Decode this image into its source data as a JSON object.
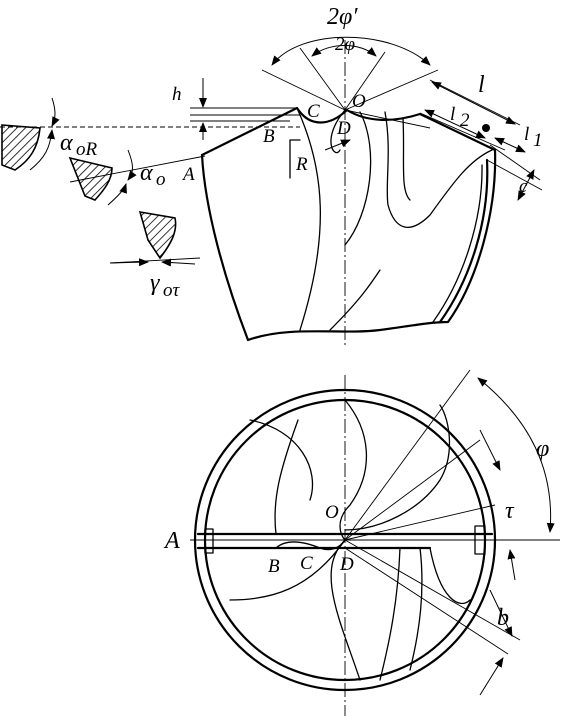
{
  "labels": {
    "two_phi_prime": "2φ′",
    "two_phi": "2φ",
    "h": "h",
    "C_top": "C",
    "O_top": "O",
    "B_top": "B",
    "D_top": "D",
    "A_top": "A",
    "R": "R",
    "l": "l",
    "l2": "l",
    "l2_sub": "2",
    "l1": "l",
    "l1_sub": "1",
    "c": "c",
    "alpha_oR": "α",
    "alpha_oR_sub": "oR",
    "alpha_o": "α",
    "alpha_o_sub": "o",
    "gamma": "γ",
    "gamma_sub": "oτ",
    "phi": "φ",
    "tau": "τ",
    "b": "b",
    "A_bottom": "A",
    "O_bottom": "O",
    "B_bottom": "B",
    "C_bottom": "C",
    "D_bottom": "D"
  }
}
